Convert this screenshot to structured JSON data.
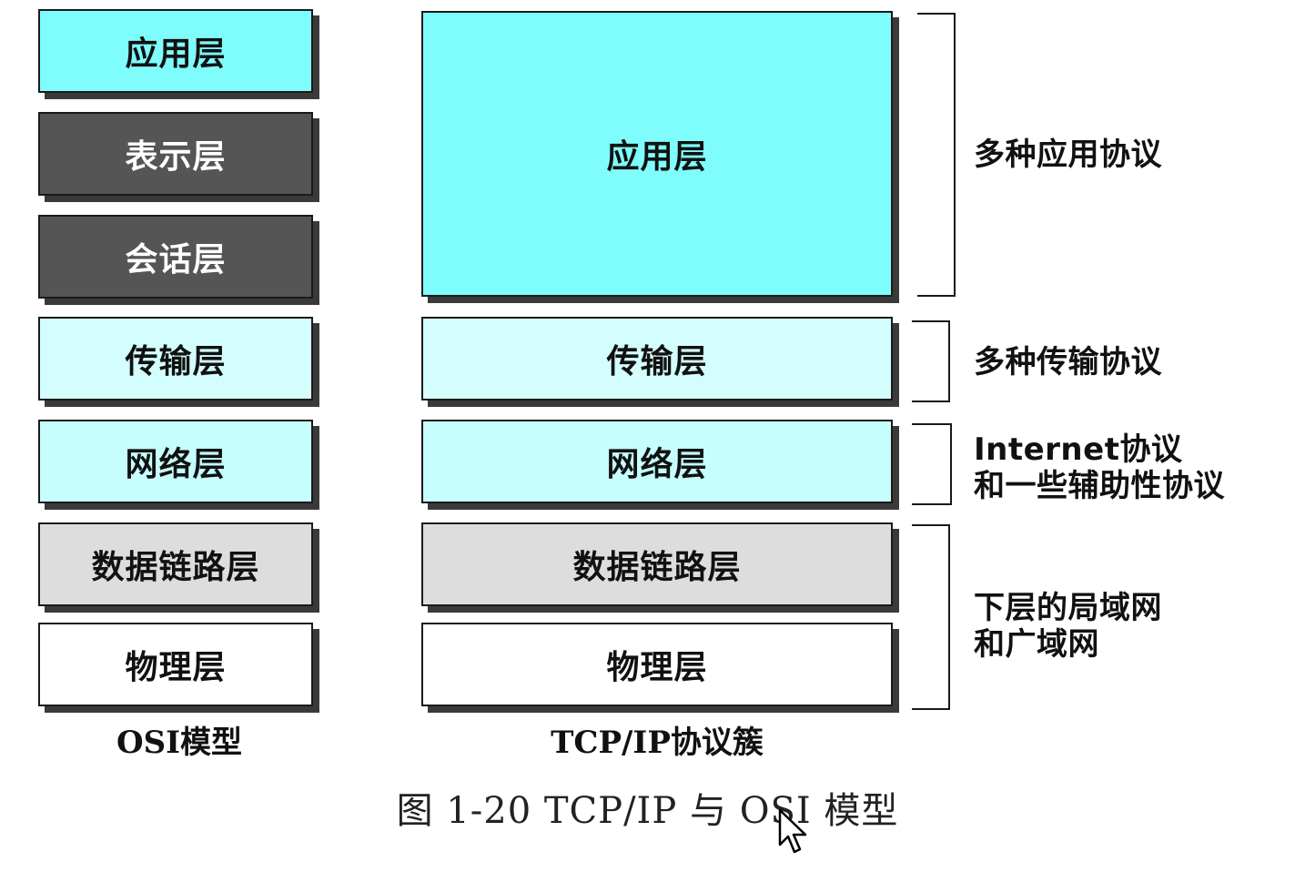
{
  "colors": {
    "application": "#7ffcfc",
    "presentation": "#555555",
    "session": "#555555",
    "transport": "#d4fefe",
    "network": "#c6fdfd",
    "datalink": "#dddddd",
    "physical": "#ffffff",
    "text_dark": "#111111",
    "text_light": "#ffffff"
  },
  "osi": {
    "label": "OSI模型",
    "layers": [
      {
        "label": "应用层",
        "color": "#7ffcfc",
        "text_color": "#111111"
      },
      {
        "label": "表示层",
        "color": "#555555",
        "text_color": "#ffffff"
      },
      {
        "label": "会话层",
        "color": "#555555",
        "text_color": "#ffffff"
      },
      {
        "label": "传输层",
        "color": "#d4fefe",
        "text_color": "#111111"
      },
      {
        "label": "网络层",
        "color": "#c6fdfd",
        "text_color": "#111111"
      },
      {
        "label": "数据链路层",
        "color": "#dddddd",
        "text_color": "#111111"
      },
      {
        "label": "物理层",
        "color": "#ffffff",
        "text_color": "#111111"
      }
    ]
  },
  "tcpip": {
    "label": "TCP/IP协议簇",
    "layers": [
      {
        "label": "应用层",
        "color": "#7ffcfc"
      },
      {
        "label": "传输层",
        "color": "#d4fefe"
      },
      {
        "label": "网络层",
        "color": "#c6fdfd"
      },
      {
        "label": "数据链路层",
        "color": "#dddddd"
      },
      {
        "label": "物理层",
        "color": "#ffffff"
      }
    ]
  },
  "descriptions": {
    "application": "多种应用协议",
    "transport": "多种传输协议",
    "network_line1": "Internet协议",
    "network_line2": "和一些辅助性协议",
    "lower_line1": "下层的局域网",
    "lower_line2": "和广域网"
  },
  "caption": "图 1-20    TCP/IP 与 OSI 模型"
}
